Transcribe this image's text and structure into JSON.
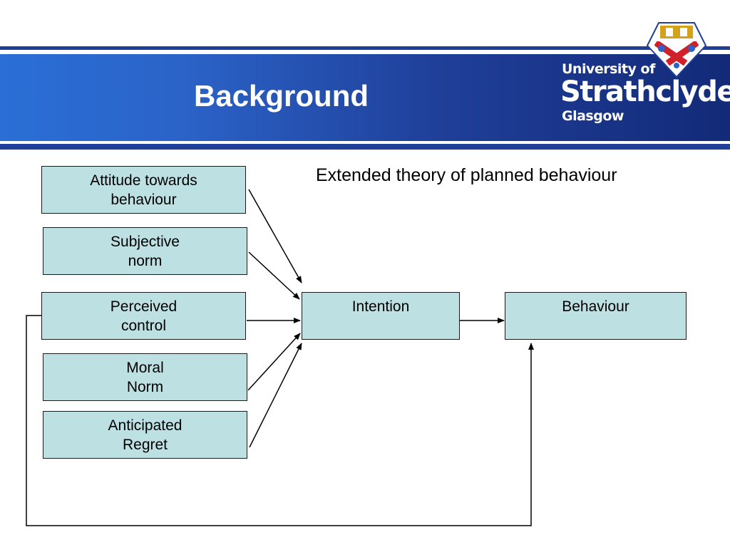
{
  "slide": {
    "title": "Background",
    "subtitle": "Extended theory of planned behaviour"
  },
  "logo": {
    "line1": "University of",
    "line2": "Strathclyde",
    "line3": "Glasgow"
  },
  "nodes": {
    "attitude": {
      "line1": "Attitude towards",
      "line2": "behaviour"
    },
    "subjective": {
      "line1": "Subjective",
      "line2": "norm"
    },
    "perceived": {
      "line1": "Perceived",
      "line2": "control"
    },
    "moral": {
      "line1": "Moral",
      "line2": "Norm"
    },
    "regret": {
      "line1": "Anticipated",
      "line2": "Regret"
    },
    "intention": {
      "line1": "Intention"
    },
    "behaviour": {
      "line1": "Behaviour"
    }
  },
  "colors": {
    "box_fill": "#bde0e3",
    "header_blue": "#1f3f99"
  }
}
